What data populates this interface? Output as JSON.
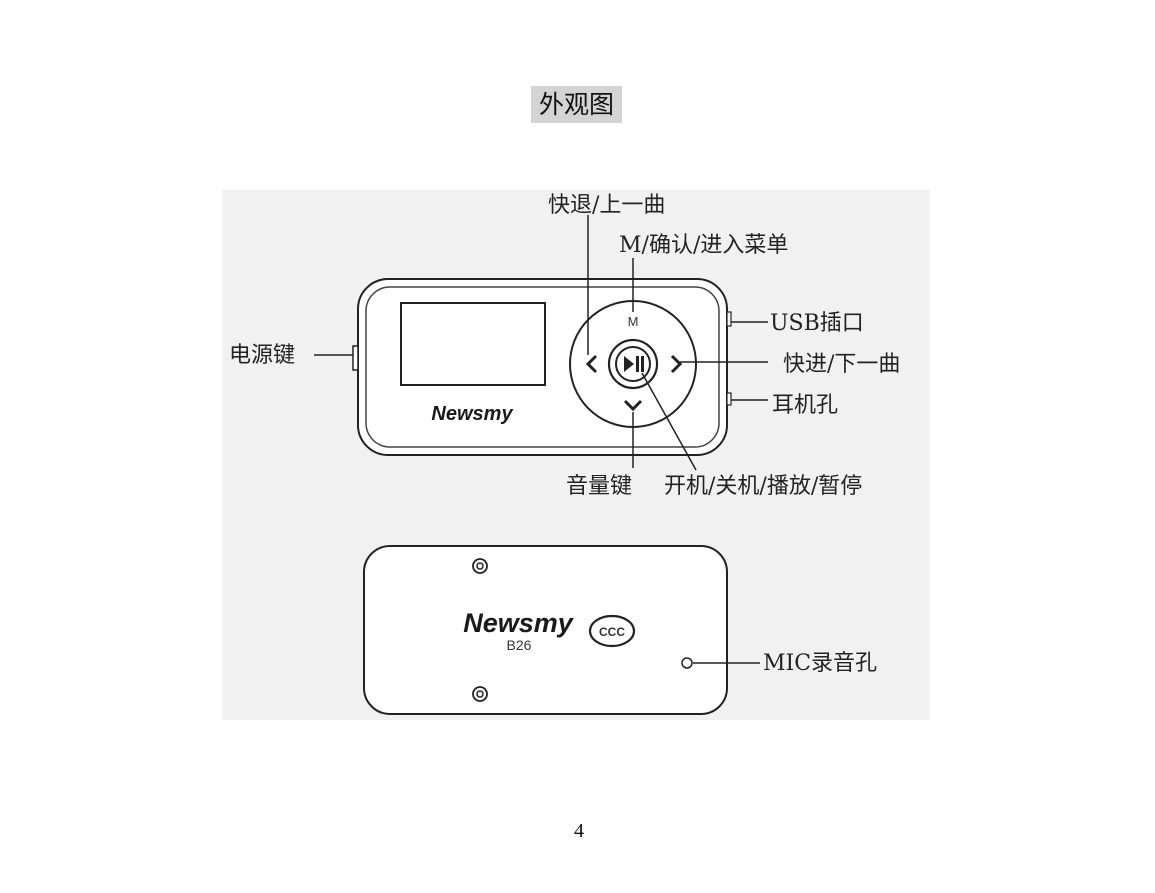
{
  "title": "外观图",
  "front": {
    "brand": "Newsmy",
    "button_m": "M",
    "labels": {
      "rewind": "快退/上一曲",
      "menu": "M/确认/进入菜单",
      "usb": "USB插口",
      "forward": "快进/下一曲",
      "earphone": "耳机孔",
      "power": "电源键",
      "volume": "音量键",
      "play": "开机/关机/播放/暂停"
    }
  },
  "back": {
    "brand": "Newsmy",
    "model": "B26",
    "ccc_mark": "CCC",
    "mic_label": "MIC录音孔"
  },
  "page_number": "4",
  "colors": {
    "line": "#222222",
    "panel": "#f1f1f1",
    "title_bg": "#d4d4d4"
  }
}
